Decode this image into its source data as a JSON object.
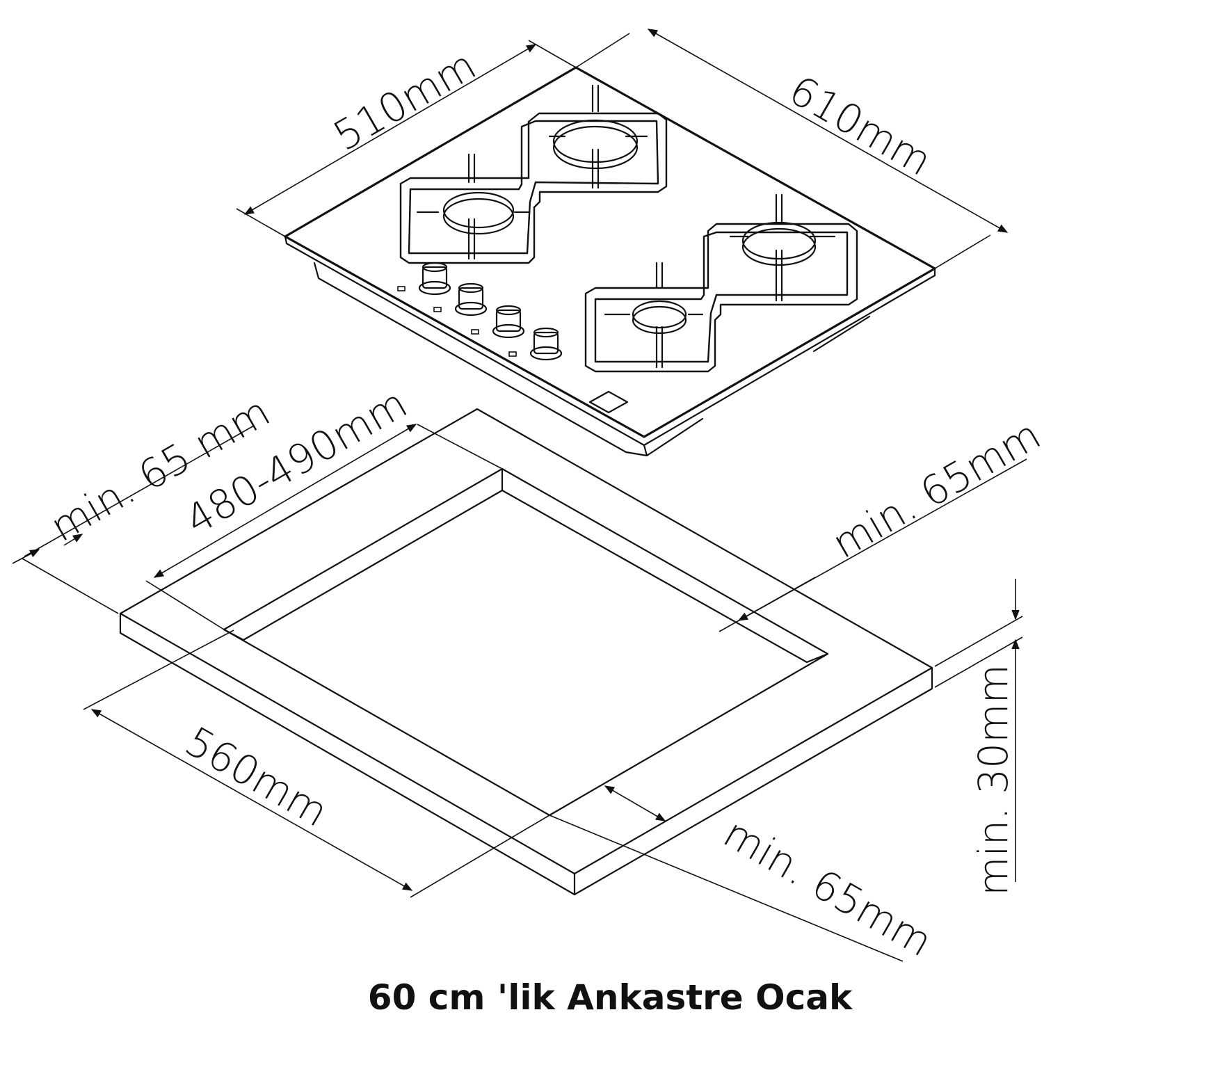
{
  "dimensions": {
    "hob_depth": "510mm",
    "hob_width": "610mm",
    "cutout_depth": "480-490mm",
    "cutout_width": "560mm",
    "clearance_back": "min. 65 mm",
    "clearance_side_right": "min. 65mm",
    "clearance_front": "min. 65mm",
    "worktop_thickness": "min. 30mm"
  },
  "caption": "60 cm 'lik Ankastre Ocak",
  "colors": {
    "line": "#111111",
    "background": "#ffffff"
  }
}
